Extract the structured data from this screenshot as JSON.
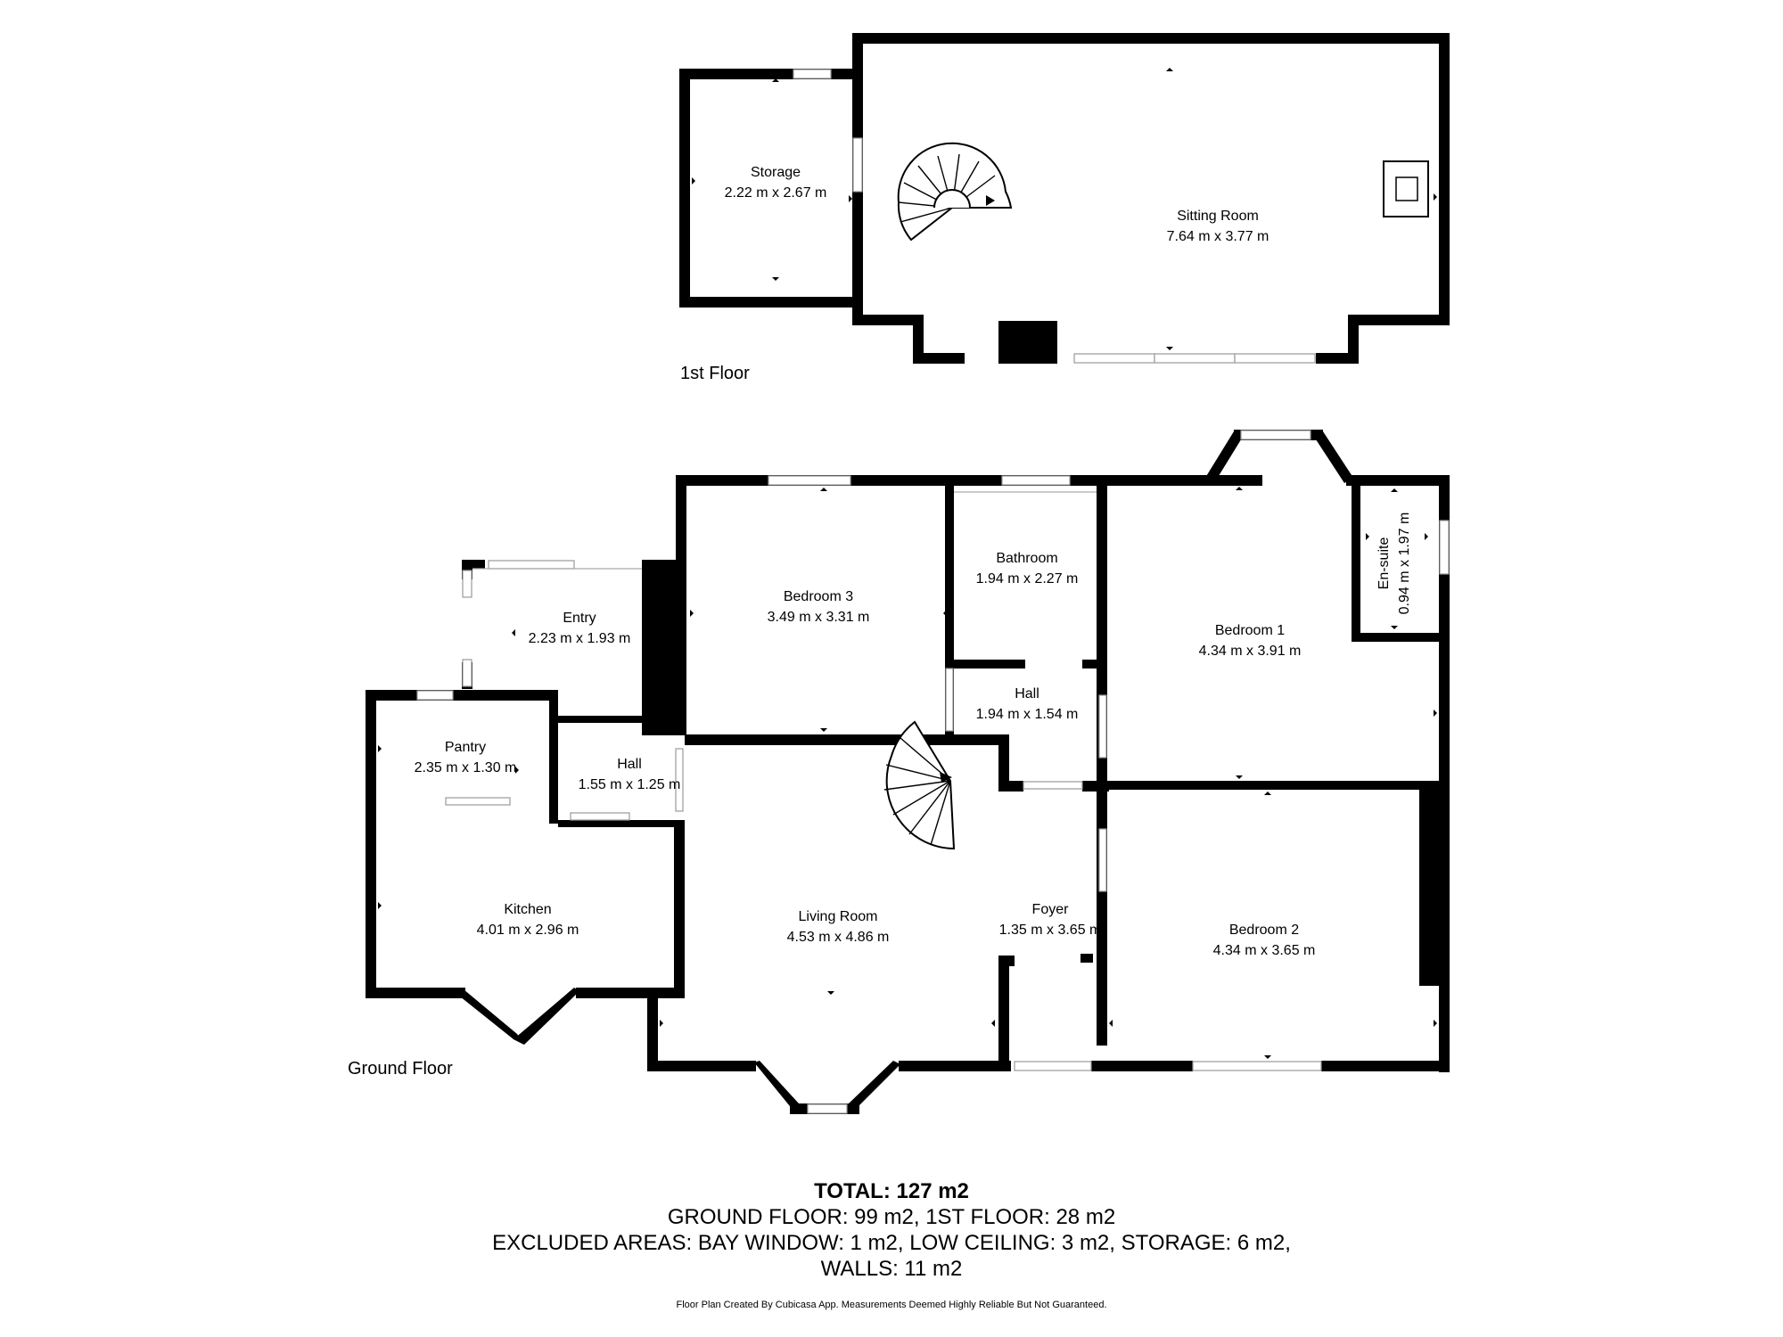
{
  "floors": {
    "first": {
      "label": "1st Floor",
      "rooms": {
        "storage": {
          "name": "Storage",
          "dims": "2.22 m x 2.67 m"
        },
        "sitting_room": {
          "name": "Sitting Room",
          "dims": "7.64 m x 3.77 m"
        }
      }
    },
    "ground": {
      "label": "Ground Floor",
      "rooms": {
        "entry": {
          "name": "Entry",
          "dims": "2.23 m x 1.93 m"
        },
        "bedroom3": {
          "name": "Bedroom 3",
          "dims": "3.49 m x 3.31 m"
        },
        "bathroom": {
          "name": "Bathroom",
          "dims": "1.94 m x 2.27 m"
        },
        "bedroom1": {
          "name": "Bedroom 1",
          "dims": "4.34 m x 3.91 m"
        },
        "ensuite": {
          "name": "En-suite",
          "dims": "0.94 m x 1.97 m"
        },
        "hall_inner": {
          "name": "Hall",
          "dims": "1.94 m x 1.54 m"
        },
        "pantry": {
          "name": "Pantry",
          "dims": "2.35 m x 1.30 m"
        },
        "hall_small": {
          "name": "Hall",
          "dims": "1.55 m x 1.25 m"
        },
        "kitchen": {
          "name": "Kitchen",
          "dims": "4.01 m x 2.96 m"
        },
        "living_room": {
          "name": "Living Room",
          "dims": "4.53 m x 4.86 m"
        },
        "foyer": {
          "name": "Foyer",
          "dims": "1.35 m x 3.65 m"
        },
        "bedroom2": {
          "name": "Bedroom 2",
          "dims": "4.34 m x 3.65 m"
        }
      }
    }
  },
  "summary": {
    "total": "TOTAL: 127 m2",
    "floors": "GROUND FLOOR: 99 m2, 1ST FLOOR: 28 m2",
    "excluded": "EXCLUDED AREAS: BAY WINDOW: 1 m2, LOW CEILING: 3 m2, STORAGE: 6 m2,",
    "walls": "WALLS: 11 m2"
  },
  "disclaimer": "Floor Plan Created By Cubicasa App. Measurements Deemed Highly Reliable But Not Guaranteed.",
  "colors": {
    "wall": "#000000",
    "background": "#ffffff",
    "opening": "#999999"
  }
}
